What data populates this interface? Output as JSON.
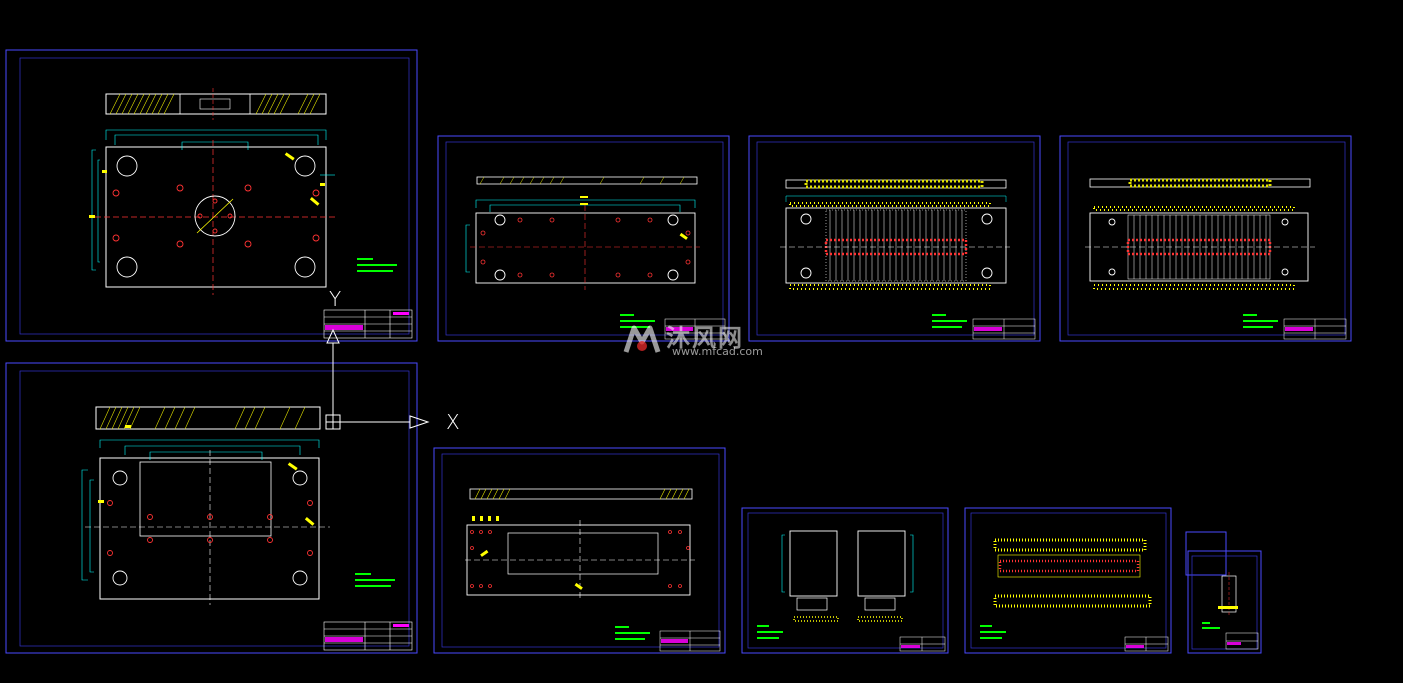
{
  "watermark": {
    "brand": "沐风网",
    "url": "www.mfcad.com"
  },
  "ucs": {
    "x_label": "X",
    "y_label": "Y"
  },
  "colors": {
    "background": "#000000",
    "frame": "#3c3cff",
    "outline": "#ffffff",
    "dimension": "#00ffff",
    "hatch": "#ffff00",
    "center": "#ff3333",
    "annot": "#00ff00",
    "title_accent": "#ff00ff"
  },
  "sheets": [
    {
      "id": "plate-top-left",
      "kind": "plate-holes"
    },
    {
      "id": "plate-bottom-left",
      "kind": "plate-window"
    },
    {
      "id": "strip-1",
      "kind": "strip"
    },
    {
      "id": "strip-2",
      "kind": "comb"
    },
    {
      "id": "strip-3",
      "kind": "comb"
    },
    {
      "id": "strip-4",
      "kind": "strip-slot"
    },
    {
      "id": "detail-blocks",
      "kind": "blocks"
    },
    {
      "id": "detail-punches",
      "kind": "punches"
    },
    {
      "id": "detail-small",
      "kind": "small"
    }
  ]
}
